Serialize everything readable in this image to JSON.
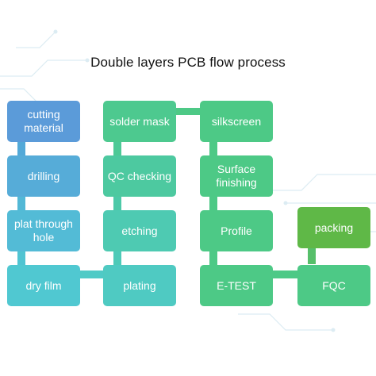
{
  "title": "Double layers PCB flow process",
  "colors": {
    "blue": "#5b9bd9",
    "teal_blue": "#53b4d6",
    "teal": "#4fcac6",
    "green_teal": "#4cc9a5",
    "green": "#4dc986",
    "dark_green": "#5fb847",
    "connector": "#4dc986",
    "deco": "#d8ecf4"
  },
  "nodes": {
    "cutting_material": "cutting material",
    "drilling": "drilling",
    "plat_through_hole": "plat through hole",
    "dry_film": "dry film",
    "plating": "plating",
    "etching": "etching",
    "qc_checking": "QC checking",
    "solder_mask": "solder mask",
    "silkscreen": "silkscreen",
    "surface_finishing": "Surface finishing",
    "profile": "Profile",
    "e_test": "E-TEST",
    "fqc": "FQC",
    "packing": "packing"
  }
}
